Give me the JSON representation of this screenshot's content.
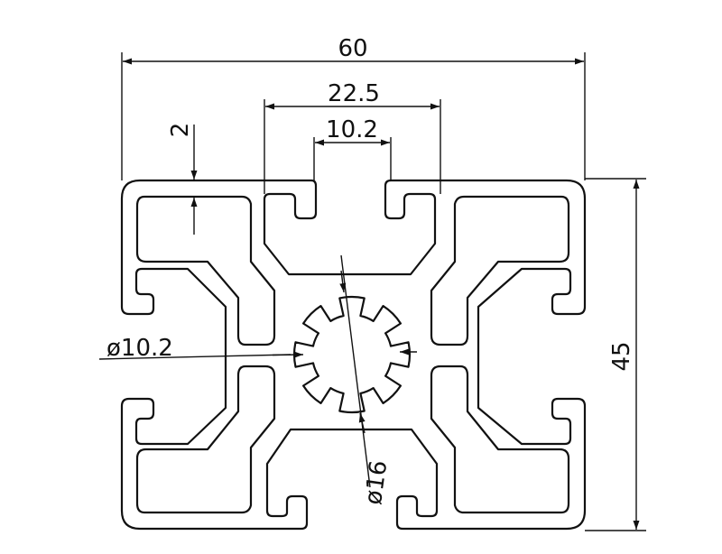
{
  "drawing": {
    "description_free": true,
    "dimensions": {
      "overall_width": "60",
      "slot_outer_width": "22.5",
      "slot_opening": "10.2",
      "wall_thickness": "2",
      "overall_height": "45",
      "center_bore": "ø10.2",
      "outer_circle": "ø16"
    }
  }
}
